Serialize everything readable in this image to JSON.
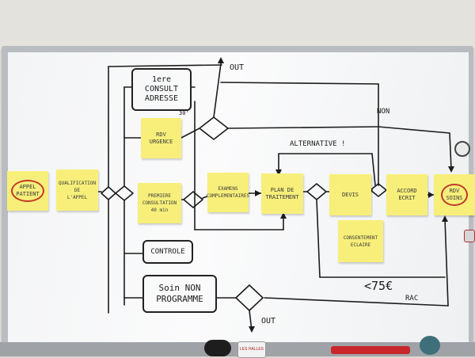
{
  "notes": {
    "appel_patient": "APPEL\nPATIENT",
    "qualification": "QUALIFICATION\nDE\nL'APPEL",
    "rdv_urgence": "RDV\nURGENCE",
    "premiere_consultation": "PREMIERE\nCONSULTATION\n40 min",
    "examens_complementaires": "EXAMENS\nCOMPLEMENTAIRES",
    "plan_de_traitement": "PLAN DE\nTRAITEMENT",
    "devis": "DEVIS",
    "accord_ecrit": "ACCORD\nECRIT",
    "rdv_soins": "RDV\nSOINS",
    "consentement_eclaire": "CONSENTEMENT\nECLAIRE"
  },
  "boxes": {
    "first_consult": "1ere\nCONSULT\nADRESSE",
    "controle": "CONTROLE",
    "soin_non_programme": "Soin NON\nPROGRAMME"
  },
  "handwriting": {
    "out_top": "OUT",
    "out_bottom": "OUT",
    "non": "NON",
    "alternative": "ALTERNATIVE !",
    "price": "<75€",
    "rac": "RAC",
    "duration": "30'"
  },
  "tray_items": {
    "badge": "LES HALLES"
  },
  "colors": {
    "sticky_note": "#f7ef7a",
    "marker_black": "#1c1c1c",
    "marker_red": "#c23a2a"
  }
}
